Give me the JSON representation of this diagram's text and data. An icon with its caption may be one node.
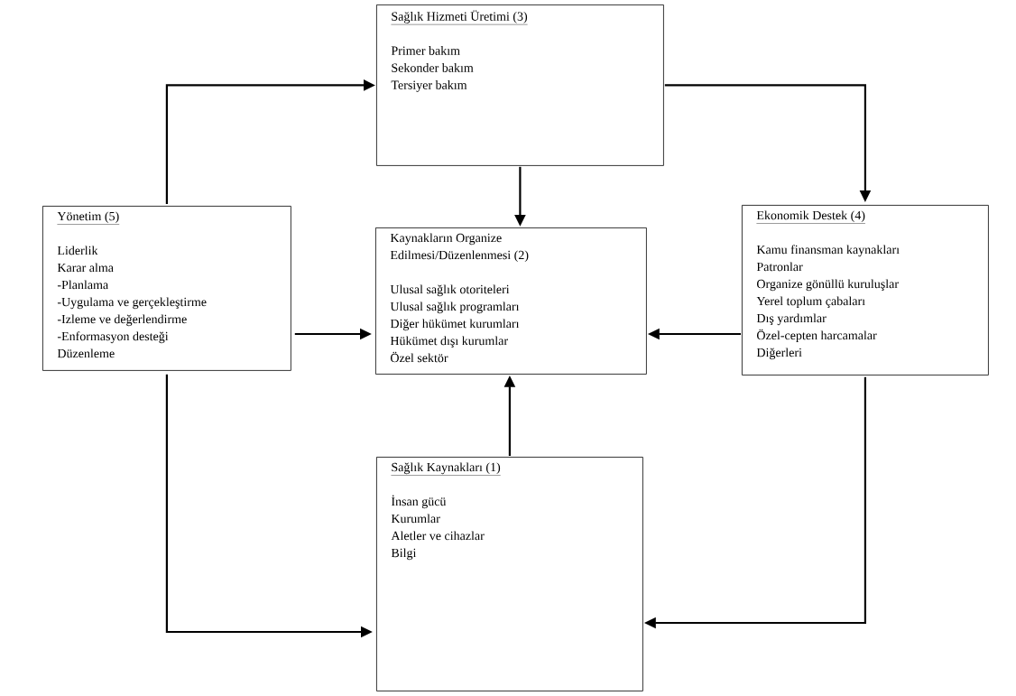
{
  "diagram": {
    "nodes": [
      {
        "text": [
          "Sağlık Hizmeti Üretimi (3)",
          "Primer bakım",
          "Sekonder bakım",
          "Tersiyer bakım"
        ]
      },
      {
        "text": [
          "Yönetim (5)",
          "Liderlik",
          "Karar alma",
          "-Planlama",
          "-Uygulama ve gerçekleştirme",
          "-Izleme ve değerlendirme",
          "-Enformasyon desteği",
          "Düzenleme"
        ]
      },
      {
        "text": [
          "Kaynakların Organize Edilmesi/Düzenlenmesi (2)",
          "Ulusal sağlık otoriteleri",
          "Ulusal sağlık programları",
          "Diğer hükümet kurumları",
          "Hükümet dışı kurumlar",
          "Özel sektör"
        ]
      },
      {
        "text": [
          "Ekonomik Destek (4)",
          "Kamu finansman kaynakları",
          "Patronlar",
          "Organize gönüllü kuruluşlar",
          "Yerel toplum çabaları",
          "Dış yardımlar",
          "Özel-cepten harcamalar",
          "Diğerleri"
        ]
      },
      {
        "text": [
          "Sağlık Kaynakları (1)",
          "İnsan gücü",
          "Kurumlar",
          "Aletler ve cihazlar",
          "Bilgi"
        ]
      }
    ],
    "edges": [
      {
        "from": 1,
        "to": 0,
        "arrow": "to"
      },
      {
        "from": 0,
        "to": 3,
        "arrow": "to"
      },
      {
        "from": 0,
        "to": 2,
        "arrow": "to"
      },
      {
        "from": 1,
        "to": 2,
        "arrow": "to"
      },
      {
        "from": 3,
        "to": 2,
        "arrow": "to"
      },
      {
        "from": 4,
        "to": 2,
        "arrow": "to"
      },
      {
        "from": 1,
        "to": 4,
        "arrow": "to"
      },
      {
        "from": 3,
        "to": 4,
        "arrow": "to"
      }
    ]
  }
}
